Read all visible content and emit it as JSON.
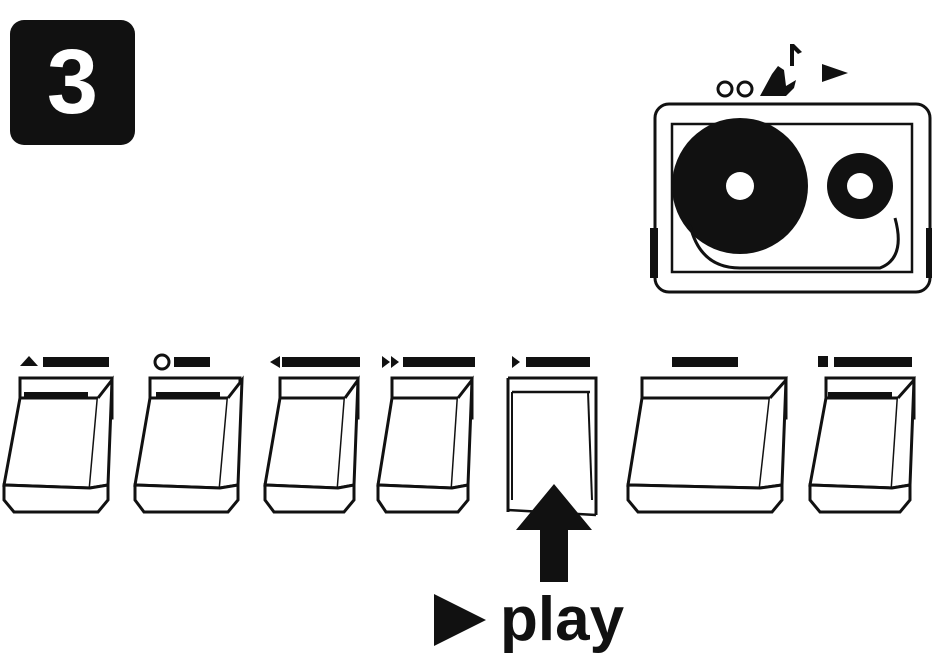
{
  "step": {
    "number": "3"
  },
  "caption": {
    "label": "play",
    "icon": "play-triangle-icon"
  },
  "deck": {
    "status_icons": [
      "record-dots-icon",
      "music-note-icon",
      "play-triangle-icon"
    ],
    "cassette_icon": "cassette-tape-icon"
  },
  "buttons": [
    {
      "id": "eject",
      "icon": "eject-icon",
      "state": "up"
    },
    {
      "id": "record",
      "icon": "record-circle-icon",
      "state": "up"
    },
    {
      "id": "rewind",
      "icon": "rewind-icon",
      "state": "up"
    },
    {
      "id": "fast-forward",
      "icon": "fast-forward-icon",
      "state": "up"
    },
    {
      "id": "play",
      "icon": "play-icon",
      "state": "pressed"
    },
    {
      "id": "pause",
      "icon": "blank-label-icon",
      "state": "up"
    },
    {
      "id": "stop",
      "icon": "stop-icon",
      "state": "up"
    }
  ],
  "colors": {
    "ink": "#111111",
    "paper": "#ffffff"
  }
}
